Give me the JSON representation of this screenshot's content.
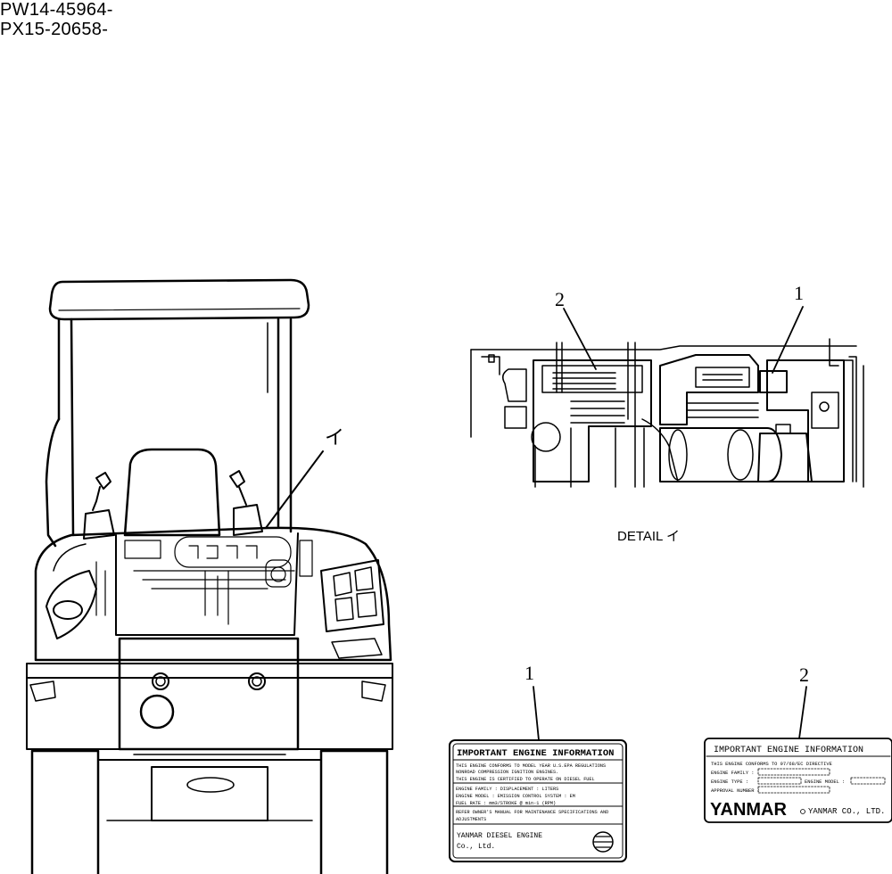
{
  "serials": [
    "PW14-45964-",
    "PX15-20658-"
  ],
  "callouts": {
    "view_marker": "イ",
    "detail_1": "1",
    "detail_2": "2",
    "decal_1": "1",
    "decal_2": "2"
  },
  "detail_label": "DETAIL イ",
  "decal_1": {
    "title": "IMPORTANT ENGINE INFORMATION",
    "lines": [
      "THIS ENGINE CONFORMS TO    MODEL YEAR U.S.EPA REGULATIONS",
      "NONROAD COMPRESSION IGNITION ENGINES.",
      "THIS ENGINE IS CERTIFIED TO OPERATE ON DIESEL FUEL",
      "ENGINE FAMILY :         DISPLACEMENT :      LITERS",
      "ENGINE MODEL :          EMISSION CONTROL SYSTEM : EM",
      "FUEL RATE :     mm3/STROKE @     min-1 (RPM)",
      "REFER OWNER'S MANUAL FOR MAINTENANCE SPECIFICATIONS AND",
      "ADJUSTMENTS"
    ],
    "maker_line1": "YANMAR DIESEL ENGINE",
    "maker_line2": "Co., Ltd."
  },
  "decal_2": {
    "title": "IMPORTANT ENGINE INFORMATION",
    "directive": "THIS ENGINE CONFORMS TO 97/68/EC DIRECTIVE",
    "family_label": "ENGINE FAMILY :",
    "type_label": "ENGINE TYPE :",
    "model_label": "ENGINE MODEL :",
    "approval_label": "APPROVAL NUMBER :",
    "brand": "YANMAR",
    "company": "YANMAR CO., LTD."
  }
}
